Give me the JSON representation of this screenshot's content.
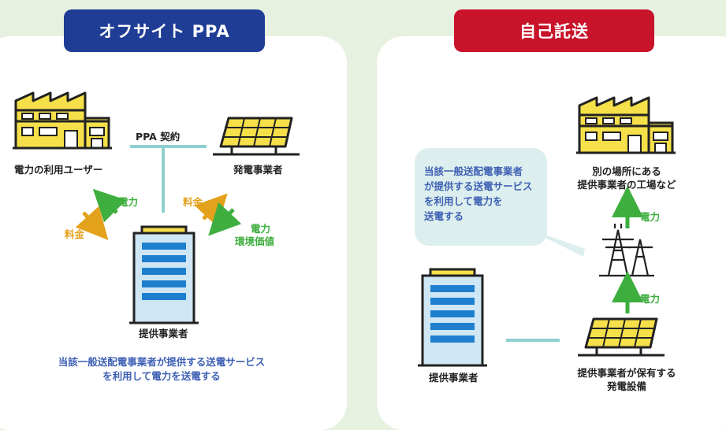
{
  "colors": {
    "blue_header": "#1f3d95",
    "red_header": "#c8132b",
    "arrow_green": "#3eae3e",
    "arrow_yellow": "#e4a11b",
    "line_teal": "#8fd0d0",
    "text_blue": "#3d5fb4",
    "factory_yellow": "#f6e04a"
  },
  "left": {
    "title": "オフサイト PPA",
    "contract": "PPA 契約",
    "user_label": "電力の利用ユーザー",
    "generator_label": "発電事業者",
    "provider_label": "提供事業者",
    "flow_power_left": "電力",
    "flow_fee_left": "料金",
    "flow_fee_right": "料金",
    "flow_power_right": "電力",
    "flow_env_value": "環境価値",
    "footer_line1": "当該一般送配電事業者が提供する送電サービス",
    "footer_line2": "を利用して電力を送電する"
  },
  "right": {
    "title": "自己託送",
    "note_lines": [
      "当該一般送配電事業者",
      "が提供する送電サービス",
      "を利用して電力を",
      "送電する"
    ],
    "factory_line1": "別の場所にある",
    "factory_line2": "提供事業者の工場など",
    "flow_power_top": "電力",
    "flow_power_bottom": "電力",
    "provider_label": "提供事業者",
    "owned_line1": "提供事業者が保有する",
    "owned_line2": "発電設備"
  },
  "icons": [
    "factory-icon",
    "solar-panel-icon",
    "building-icon",
    "transmission-tower-icon",
    "arrow-icon"
  ]
}
